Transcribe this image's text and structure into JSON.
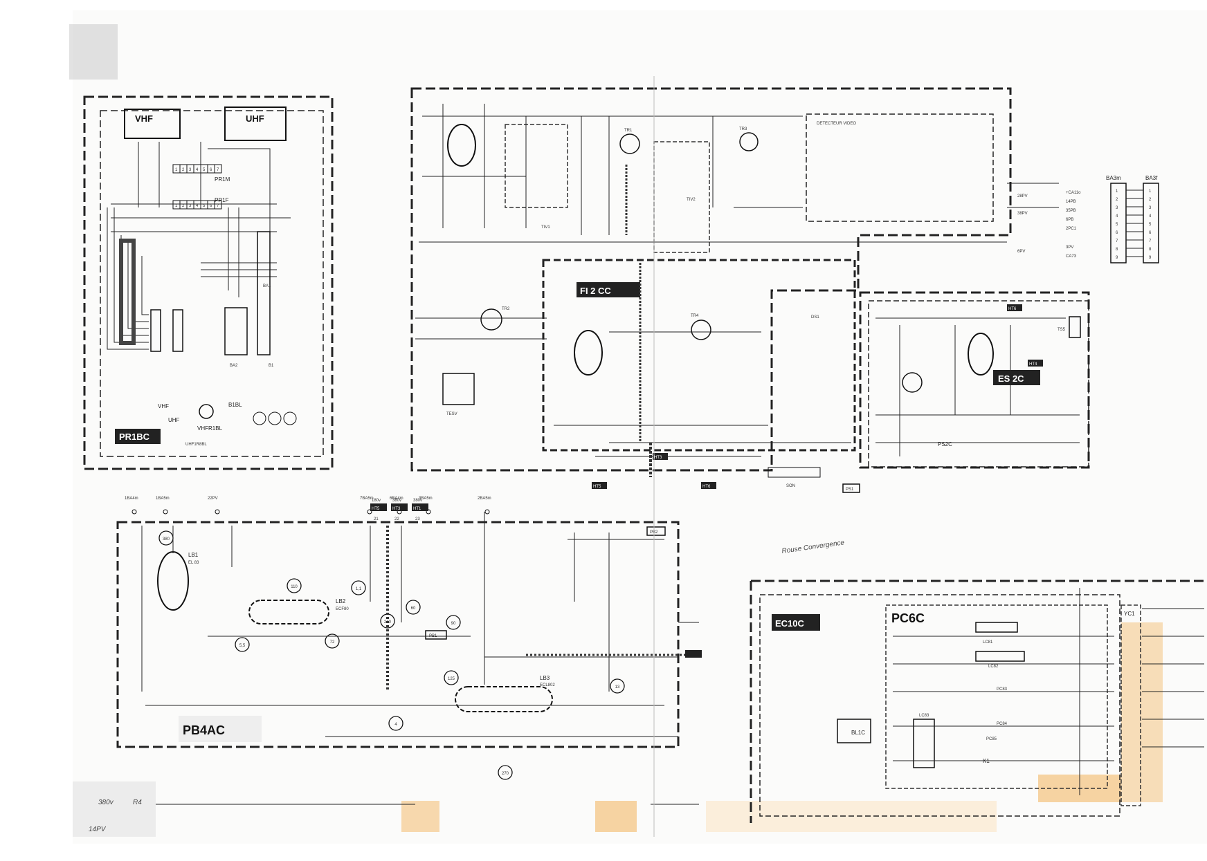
{
  "modules": {
    "pr1bc": {
      "name": "PR1BC",
      "vhf": "VHF",
      "uhf": "UHF",
      "pr1m": "PR1M",
      "pr1f": "PR1F",
      "ba1": "BA1",
      "ba2": "BA2",
      "b1": "B1",
      "sw_vhf": "VHF",
      "sw_uhf": "UHF",
      "vhfr1bl": "VHFR1BL",
      "uhf1b": "UHF1R8BL",
      "b1bl": "B1BL"
    },
    "fi2cc": {
      "name": "FI 2 CC",
      "tiv1": "TIV1",
      "tiv2": "TIV2",
      "tr1": "TR1",
      "tr2": "TR2",
      "tr3": "TR3",
      "tr4": "TR4",
      "tesv": "TESV",
      "ds1": "DS1",
      "ht5": "HT5",
      "ht6": "HT6",
      "ht3": "HT3"
    },
    "es2c": {
      "name": "ES 2C",
      "ps2c": "PS2C",
      "ts5": "TS5",
      "ht4": "HT4",
      "ht6": "HT6",
      "son": "SON",
      "ps1": "PS1"
    },
    "pb4ac": {
      "name": "PB4AC",
      "lb1": "LB1",
      "lb2": "LB2",
      "lb3": "LB3",
      "tube1": "EL 83",
      "tube2": "ECF80",
      "tube3": "ECL802",
      "pb1": "PB1",
      "pb2": "PB2"
    },
    "ec10c": {
      "name": "EC10C",
      "pc6c": "PC6C",
      "lc81": "LC81",
      "lc82": "LC82",
      "lc83": "LC83",
      "pc83": "PC83",
      "pc84": "PC84",
      "pc85": "PC85",
      "bl1c": "BL1C",
      "k1": "K1",
      "yc1": "YC1"
    }
  },
  "connectors": {
    "ba3m": "BA3m",
    "ba3f": "BA3f",
    "labels": [
      "+CA11o",
      "14PB",
      "35PB",
      "6PB",
      "2PC1",
      "3PV",
      "CA73"
    ],
    "pins": [
      "1",
      "2",
      "3",
      "4",
      "5",
      "6",
      "7",
      "8",
      "9"
    ],
    "top_outputs": [
      "28PV",
      "38PV",
      "6PV"
    ],
    "ht_top": [
      "HT5",
      "HT3",
      "HT1"
    ],
    "ht_top_values": [
      "180v",
      "380v",
      "380v"
    ],
    "ht_top_pins": [
      "21",
      "22",
      "23"
    ],
    "pb_inputs": [
      "1BA4m",
      "1BA5m",
      "22PV",
      "7BA5m",
      "6BA4m",
      "3BA5m",
      "2BA5m"
    ]
  },
  "tubes": {
    "lb1_pins": [
      "380",
      "110",
      "1,1",
      "5,5",
      "72",
      "240",
      "60",
      "90",
      "125",
      "13",
      "270",
      "4"
    ]
  },
  "handwriting": {
    "convergence": "Rouse Convergence",
    "bottom_left": [
      "380v",
      "R4",
      "14PV"
    ]
  },
  "notes": {
    "detection": "DETECTEUR VIDEO",
    "pr1m_pins": [
      "1",
      "2",
      "3",
      "4",
      "5",
      "6",
      "7"
    ]
  }
}
